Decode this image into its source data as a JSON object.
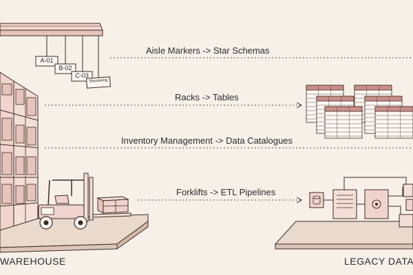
{
  "mappings": [
    {
      "label": "Aisle Markers -> Star Schemas"
    },
    {
      "label": "Racks -> Tables"
    },
    {
      "label": "Inventory Management -> Data Catalogues"
    },
    {
      "label": "Forklifts -> ETL Pipelines"
    }
  ],
  "aisle_signs": [
    "A-01",
    "B-02",
    "C-03",
    "Receiving"
  ],
  "captions": {
    "left": "WAREHOUSE",
    "right": "LEGACY DATA W"
  },
  "colors": {
    "background": "#f6f0e9",
    "ink": "#3a2a22",
    "accent": "#c98f88",
    "accent_light": "#efd3cc",
    "platform": "#e9dacd"
  }
}
